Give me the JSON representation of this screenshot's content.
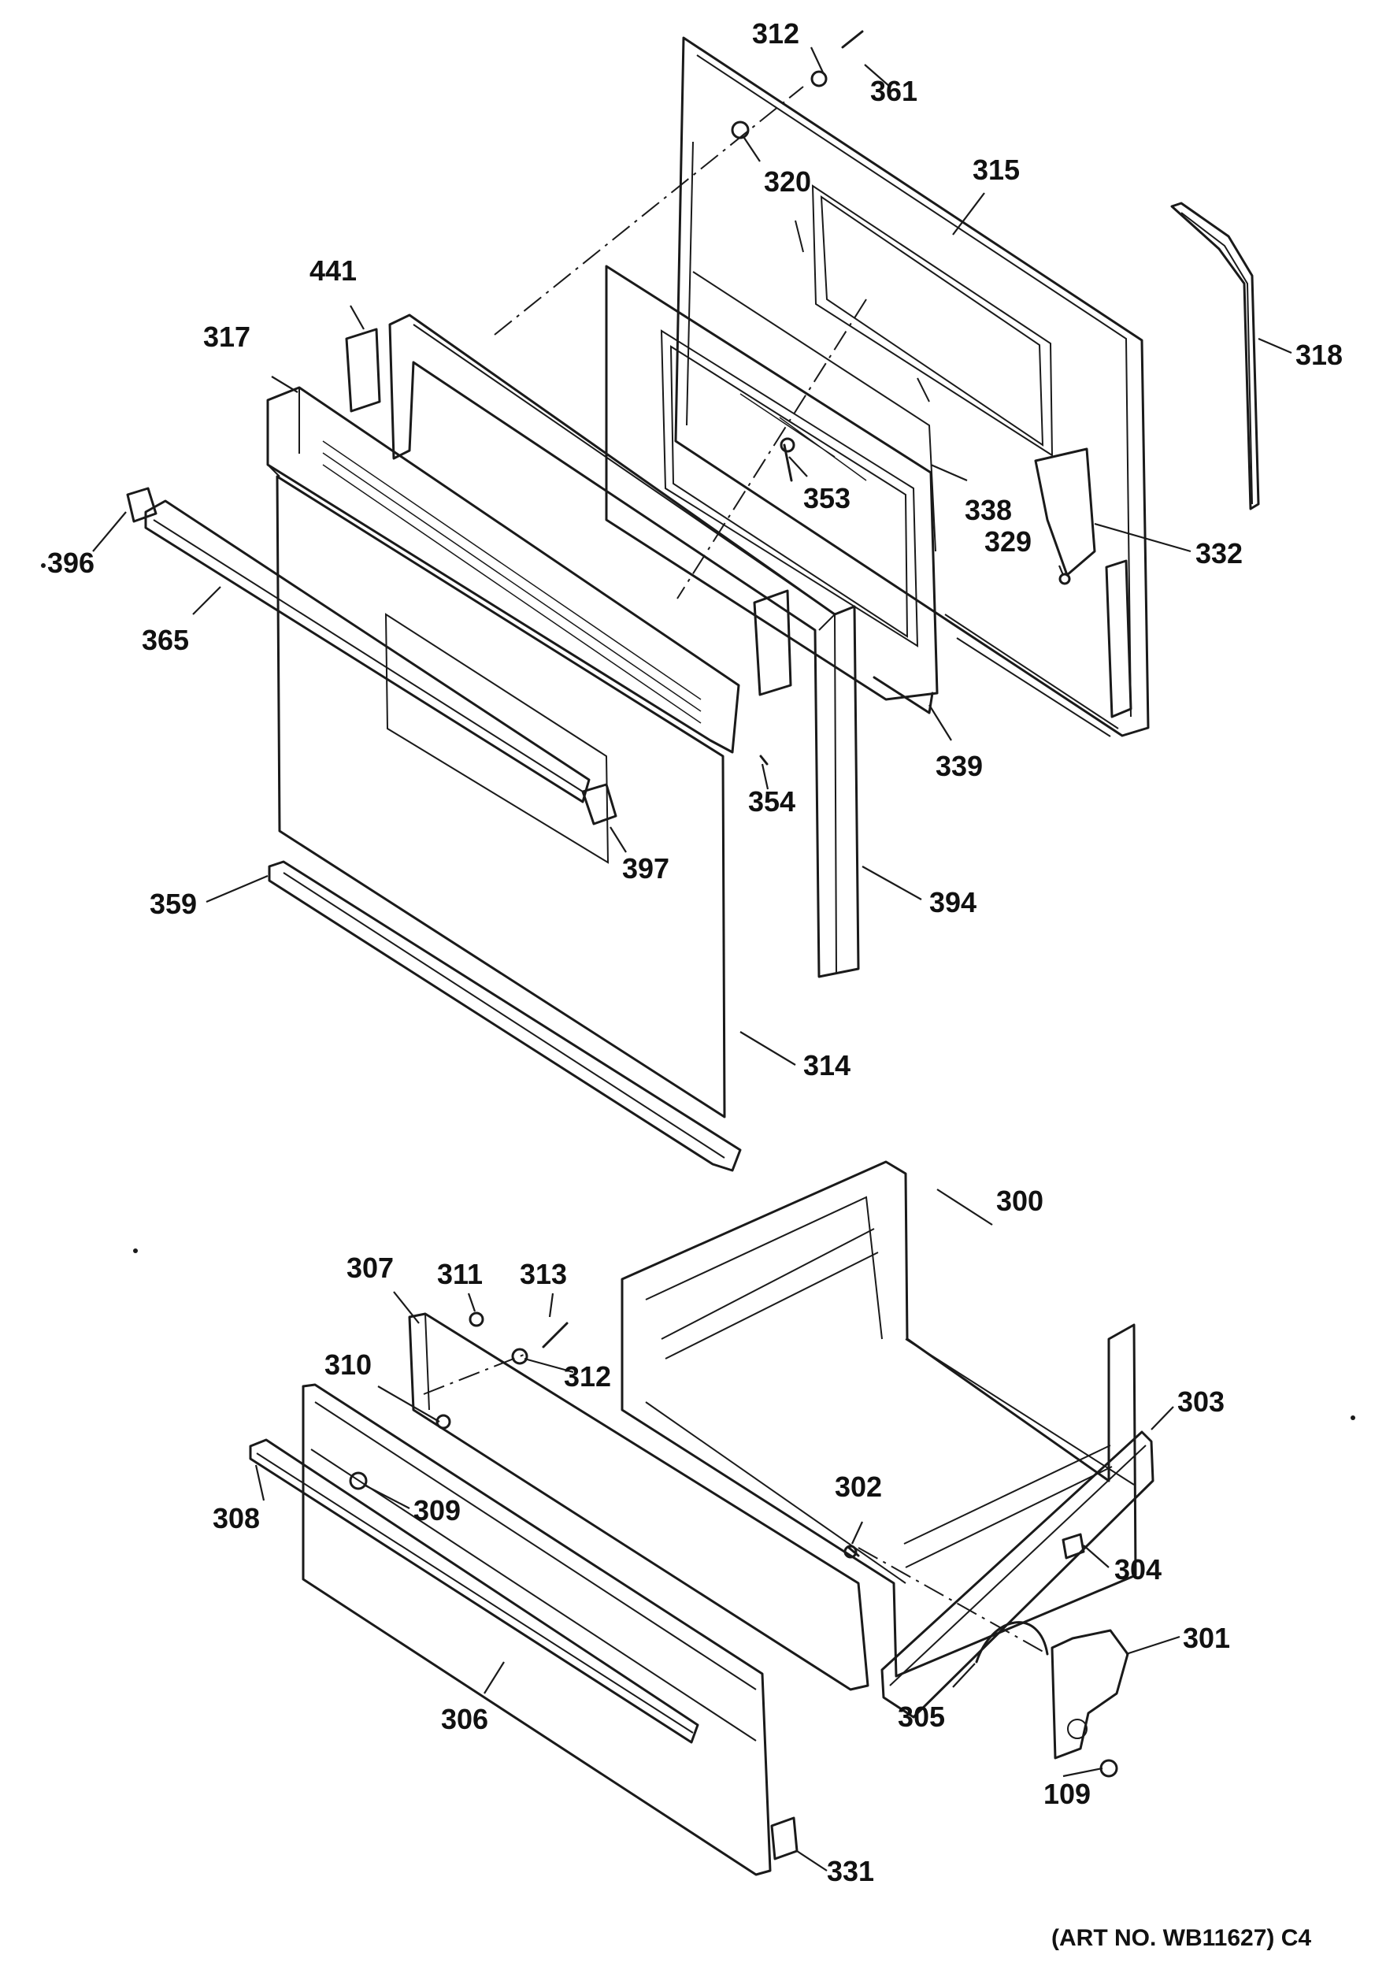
{
  "art_number": "(ART NO. WB11627) C4",
  "labels": [
    {
      "id": "312a",
      "text": "312"
    },
    {
      "id": "361",
      "text": "361"
    },
    {
      "id": "320",
      "text": "320"
    },
    {
      "id": "315",
      "text": "315"
    },
    {
      "id": "318",
      "text": "318"
    },
    {
      "id": "441",
      "text": "441"
    },
    {
      "id": "317",
      "text": "317"
    },
    {
      "id": "353",
      "text": "353"
    },
    {
      "id": "338",
      "text": "338"
    },
    {
      "id": "329",
      "text": "329"
    },
    {
      "id": "332",
      "text": "332"
    },
    {
      "id": "396",
      "text": "396"
    },
    {
      "id": "365",
      "text": "365"
    },
    {
      "id": "339",
      "text": "339"
    },
    {
      "id": "354",
      "text": "354"
    },
    {
      "id": "397",
      "text": "397"
    },
    {
      "id": "359",
      "text": "359"
    },
    {
      "id": "394",
      "text": "394"
    },
    {
      "id": "314",
      "text": "314"
    },
    {
      "id": "300",
      "text": "300"
    },
    {
      "id": "307",
      "text": "307"
    },
    {
      "id": "311",
      "text": "311"
    },
    {
      "id": "313",
      "text": "313"
    },
    {
      "id": "310",
      "text": "310"
    },
    {
      "id": "312b",
      "text": "312"
    },
    {
      "id": "303",
      "text": "303"
    },
    {
      "id": "302",
      "text": "302"
    },
    {
      "id": "309",
      "text": "309"
    },
    {
      "id": "308",
      "text": "308"
    },
    {
      "id": "304",
      "text": "304"
    },
    {
      "id": "301",
      "text": "301"
    },
    {
      "id": "305",
      "text": "305"
    },
    {
      "id": "306",
      "text": "306"
    },
    {
      "id": "109",
      "text": "109"
    },
    {
      "id": "331",
      "text": "331"
    }
  ]
}
